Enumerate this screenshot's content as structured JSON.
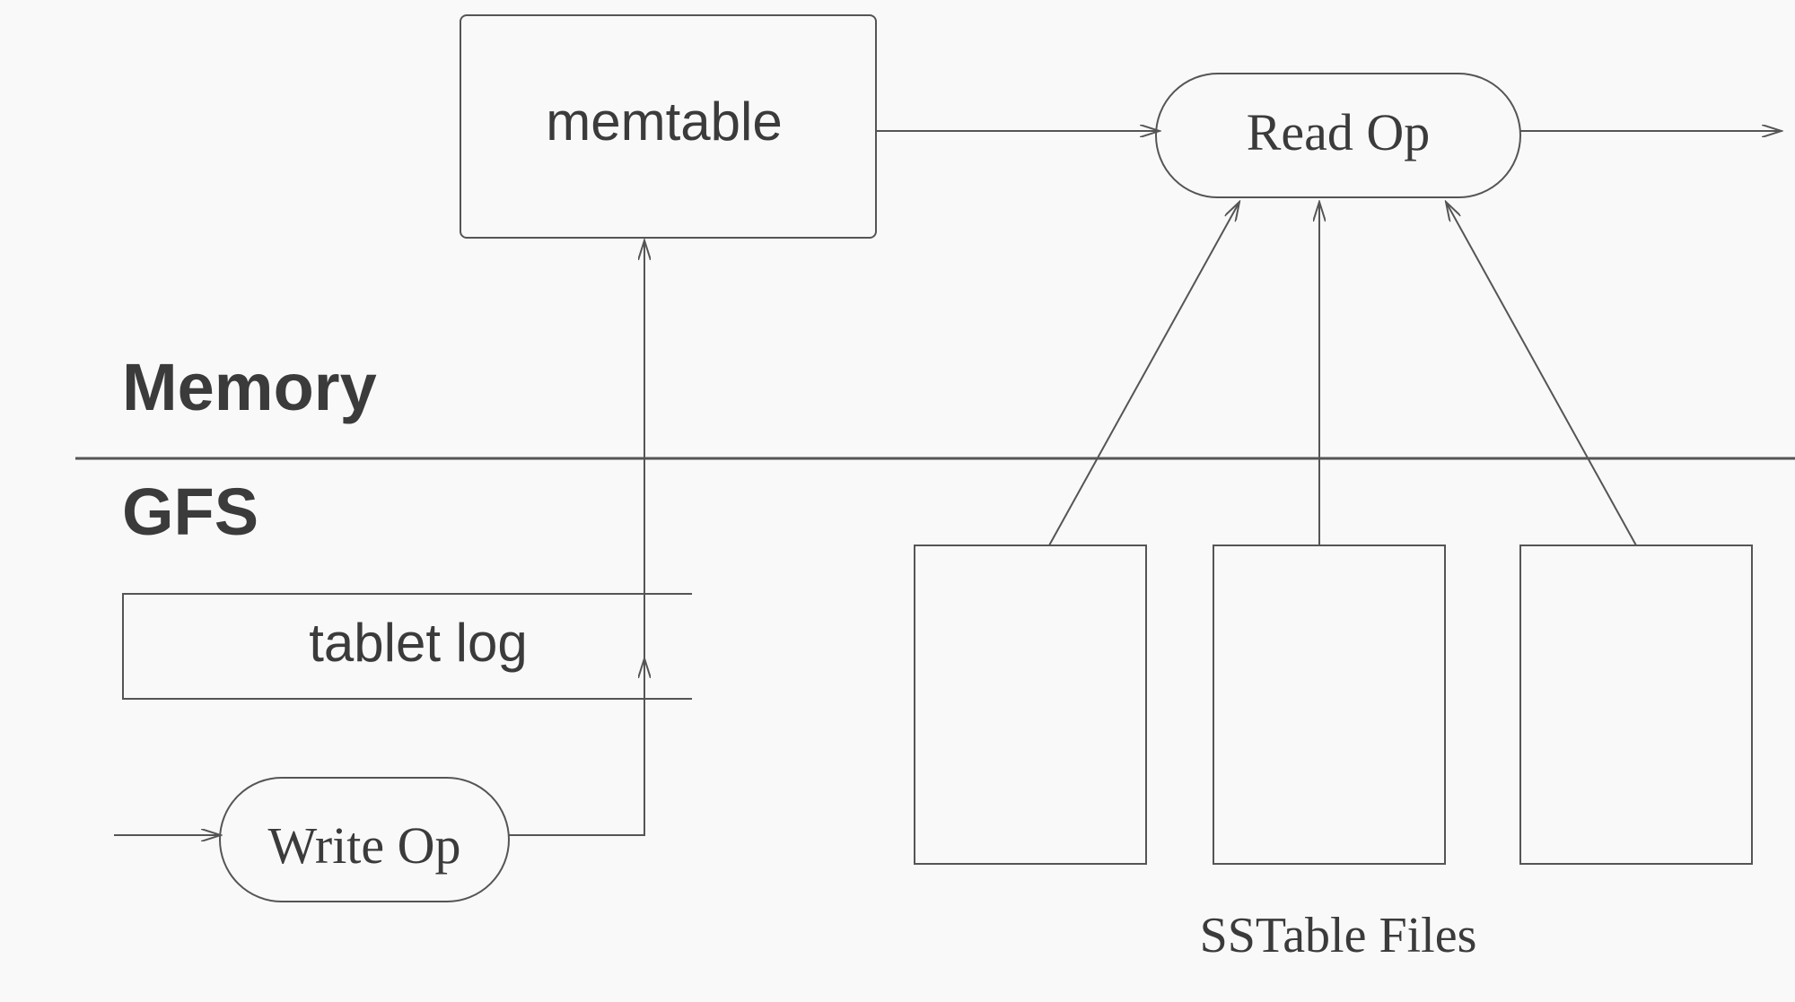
{
  "diagram": {
    "nodes": {
      "memtable": "memtable",
      "read_op": "Read Op",
      "write_op": "Write Op",
      "tablet_log": "tablet log",
      "sstable_files": "SSTable Files"
    },
    "regions": {
      "memory": "Memory",
      "gfs": "GFS"
    }
  }
}
